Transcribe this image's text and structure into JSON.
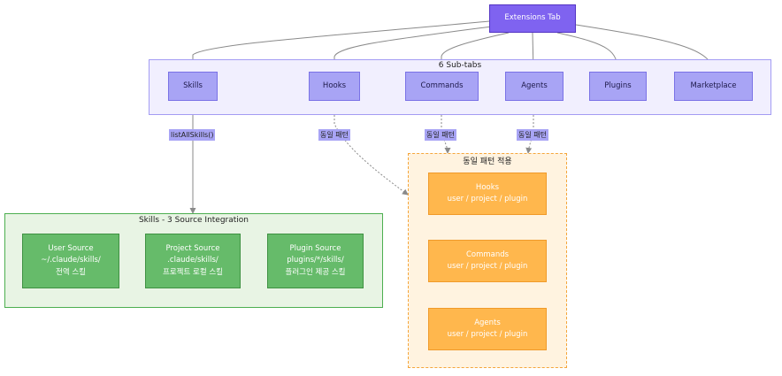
{
  "top_node": {
    "label": "Extensions Tab"
  },
  "subtabs_group": {
    "title": "6 Sub-tabs"
  },
  "tabs": [
    {
      "id": "skills",
      "label": "Skills"
    },
    {
      "id": "hooks",
      "label": "Hooks"
    },
    {
      "id": "commands",
      "label": "Commands"
    },
    {
      "id": "agents",
      "label": "Agents"
    },
    {
      "id": "plugins",
      "label": "Plugins"
    },
    {
      "id": "marketplace",
      "label": "Marketplace"
    }
  ],
  "edge_labels": {
    "skills": "listAllSkills()",
    "hooks": "동일 패턴",
    "commands": "동일 패턴",
    "agents": "동일 패턴"
  },
  "skills_group": {
    "title": "Skills - 3 Source Integration",
    "sources": [
      {
        "title": "User Source",
        "path": "~/.claude/skills/",
        "desc": "전역 스킬"
      },
      {
        "title": "Project Source",
        "path": ".claude/skills/",
        "desc": "프로젝트 로컬 스킬"
      },
      {
        "title": "Plugin Source",
        "path": "plugins/*/skills/",
        "desc": "플러그인 제공 스킬"
      }
    ]
  },
  "pattern_group": {
    "title": "동일 패턴 적용",
    "items": [
      {
        "title": "Hooks",
        "sub": "user / project / plugin"
      },
      {
        "title": "Commands",
        "sub": "user / project / plugin"
      },
      {
        "title": "Agents",
        "sub": "user / project / plugin"
      }
    ]
  },
  "colors": {
    "top_node": "#7f63f0",
    "tab_node": "#a8a4f5",
    "subtabs_bg": "#f1effe",
    "source_node": "#66bb6a",
    "skills_bg": "#e8f4e4",
    "pattern_node": "#ffb74d",
    "pattern_bg": "#fff3e0",
    "edge": "#8a8a8a"
  }
}
